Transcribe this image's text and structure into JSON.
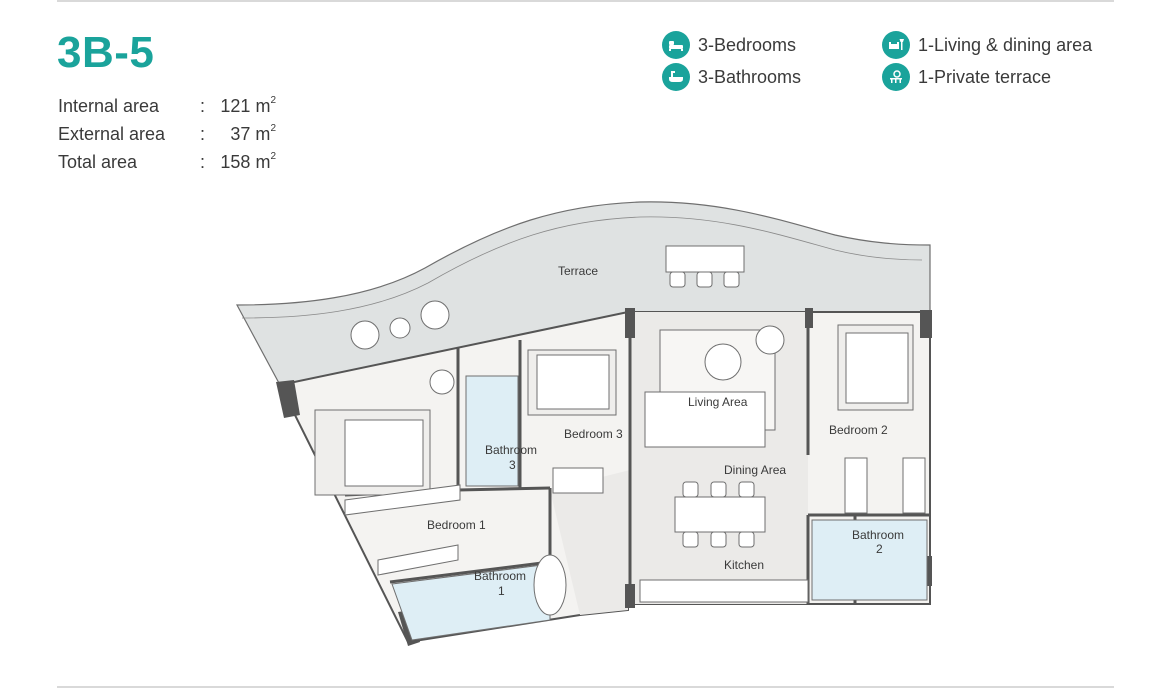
{
  "unit": {
    "title": "3B-5"
  },
  "areas": [
    {
      "label": "Internal area",
      "colon": ":",
      "value": "121 m",
      "unit_sup": "2"
    },
    {
      "label": "External area",
      "colon": ":",
      "value": "37 m",
      "unit_sup": "2"
    },
    {
      "label": "Total area",
      "colon": ":",
      "value": "158 m",
      "unit_sup": "2"
    }
  ],
  "features": [
    {
      "label": "3-Bedrooms",
      "icon": "bed-icon"
    },
    {
      "label": "3-Bathrooms",
      "icon": "bathtub-icon"
    },
    {
      "label": "1-Living & dining area",
      "icon": "sofa-lamp-icon"
    },
    {
      "label": "1-Private terrace",
      "icon": "terrace-icon"
    }
  ],
  "rooms": {
    "terrace": "Terrace",
    "living": "Living Area",
    "dining": "Dining Area",
    "kitchen": "Kitchen",
    "bedroom1": "Bedroom 1",
    "bedroom2": "Bedroom 2",
    "bedroom3": "Bedroom 3",
    "bathroom1_a": "Bathroom",
    "bathroom1_b": "1",
    "bathroom2_a": "Bathroom",
    "bathroom2_b": "2",
    "bathroom3_a": "Bathroom",
    "bathroom3_b": "3"
  },
  "colors": {
    "accent": "#1aa39b",
    "terrace_fill": "#dfe2e2",
    "floor_fill": "#f4f3f1",
    "kitchen_fill": "#ebeae8",
    "bath_fill": "#deeef5",
    "wall": "#555555"
  }
}
